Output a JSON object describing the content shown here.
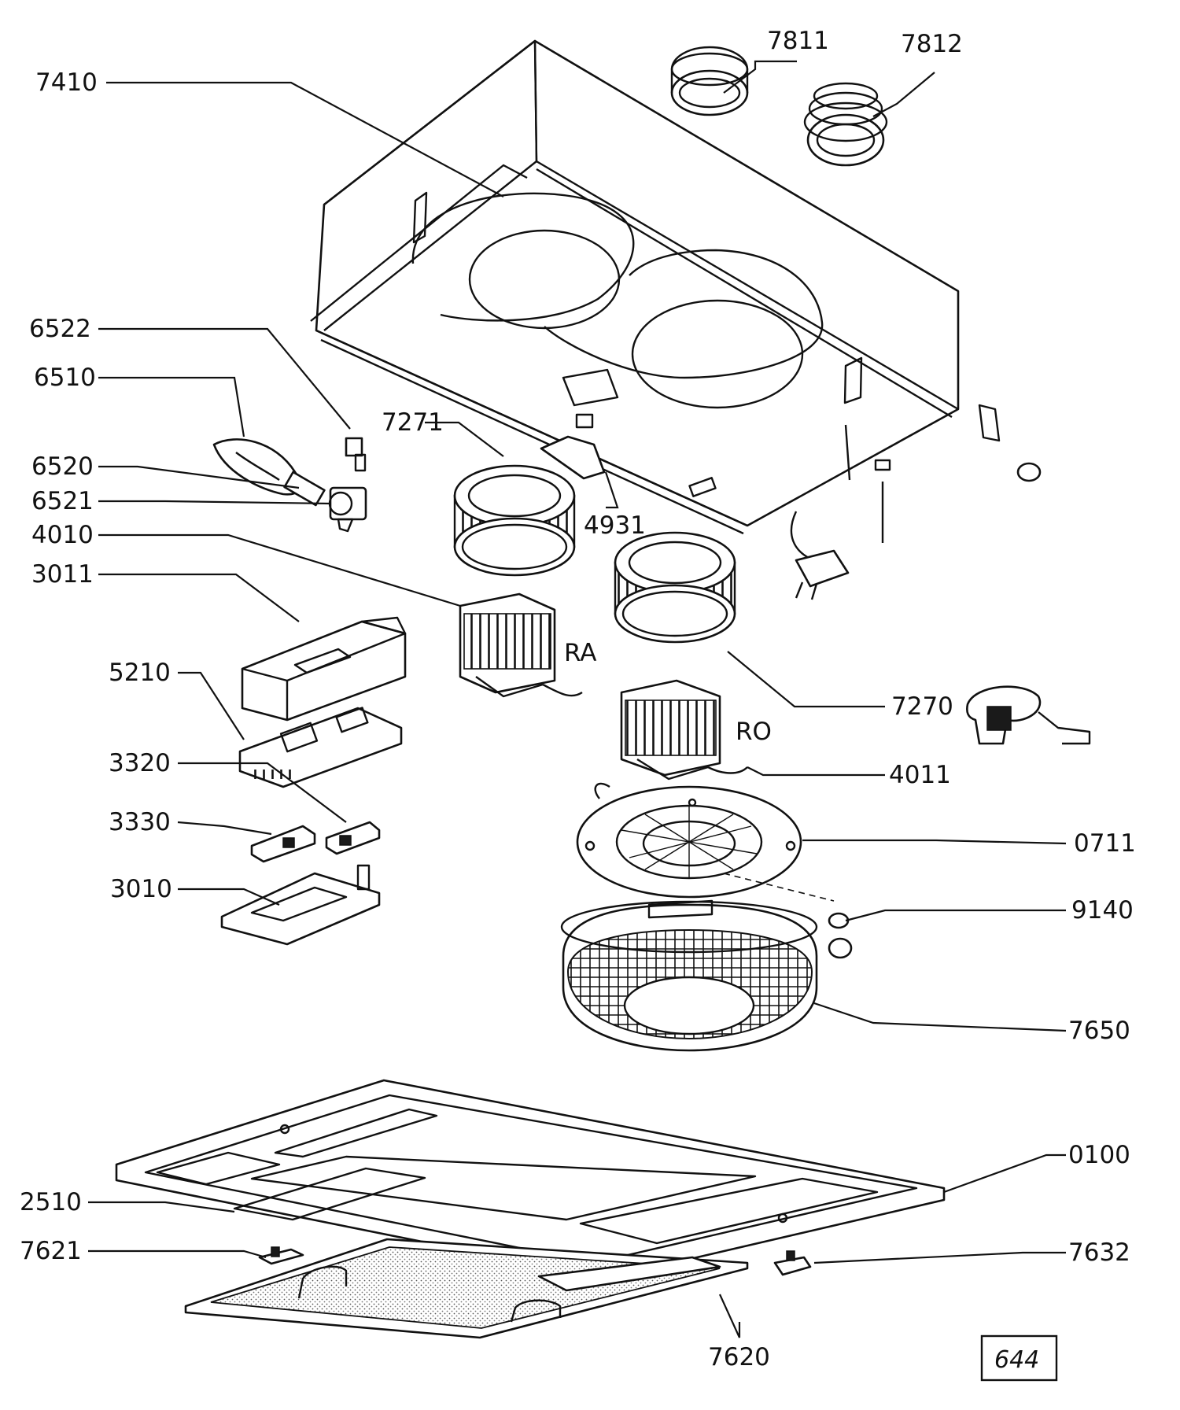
{
  "diagram": {
    "part_labels": [
      "7410",
      "7811",
      "7812",
      "6522",
      "6510",
      "7271",
      "6520",
      "6521",
      "4931",
      "4010",
      "3011",
      "5210",
      "3320",
      "3330",
      "3010",
      "2510",
      "7621",
      "7620",
      "7632",
      "0100",
      "7650",
      "9140",
      "0711",
      "4011",
      "7270"
    ],
    "motor_labels": [
      "RA",
      "RO"
    ],
    "page_number": "644"
  }
}
